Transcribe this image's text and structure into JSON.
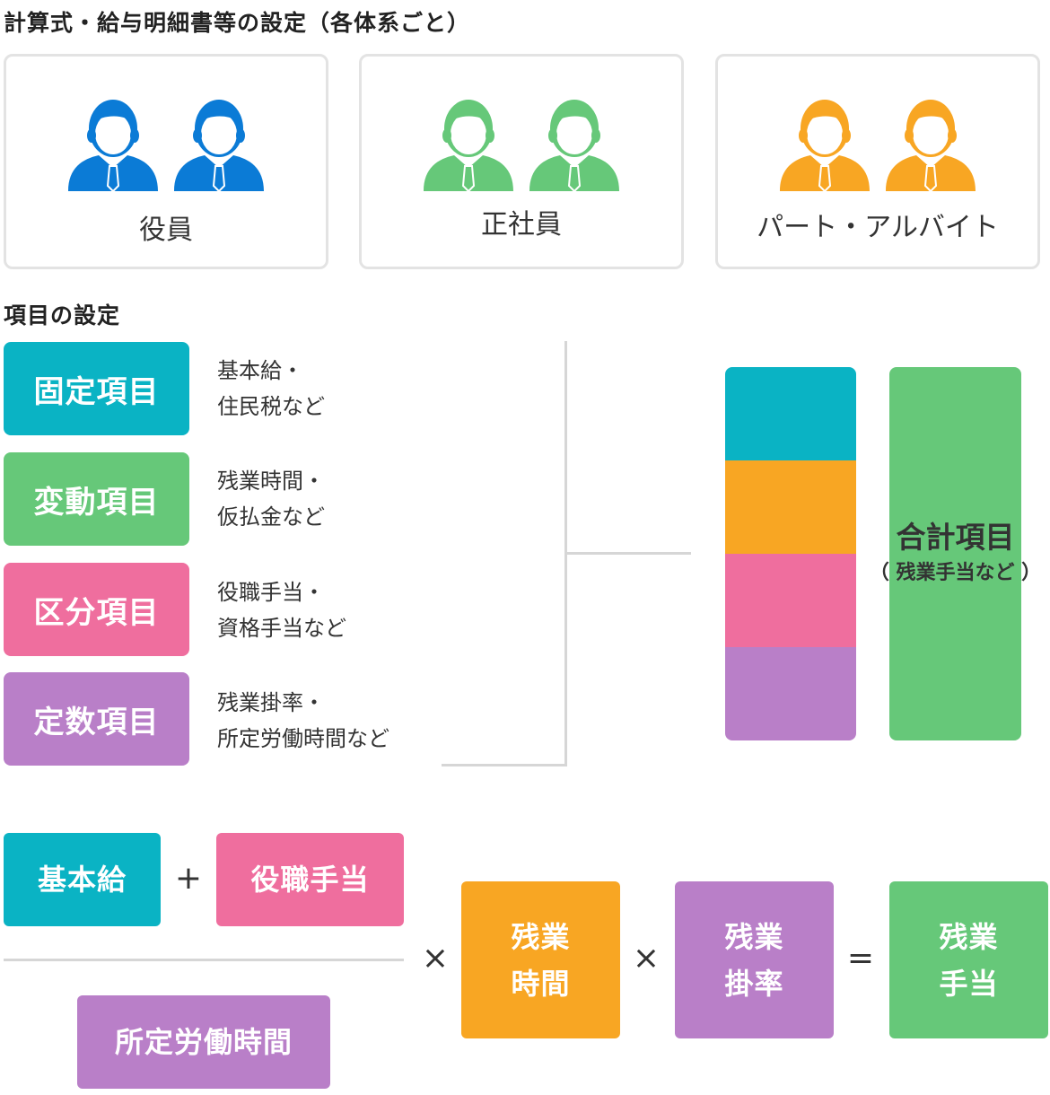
{
  "headings": {
    "systems": "計算式・給与明細書等の設定（各体系ごと）",
    "items": "項目の設定"
  },
  "employee_types": [
    {
      "label": "役員",
      "color": "#0b7bd6",
      "icon": "business-person-icon"
    },
    {
      "label": "正社員",
      "color": "#66c879",
      "icon": "business-person-icon"
    },
    {
      "label": "パート・アルバイト",
      "color": "#f8a623",
      "icon": "business-person-icon"
    }
  ],
  "item_categories": [
    {
      "label": "固定項目",
      "color": "#0ab3c4",
      "desc_line1": "基本給・",
      "desc_line2": "住民税など"
    },
    {
      "label": "変動項目",
      "color": "#66c879",
      "desc_line1": "残業時間・",
      "desc_line2": "仮払金など"
    },
    {
      "label": "区分項目",
      "color": "#ef6e9e",
      "desc_line1": "役職手当・",
      "desc_line2": "資格手当など"
    },
    {
      "label": "定数項目",
      "color": "#b97fc8",
      "desc_line1": "残業掛率・",
      "desc_line2": "所定労働時間など"
    }
  ],
  "total_item": {
    "label": "合計項目",
    "sub": "（ 残業手当など ）",
    "color": "#66c879"
  },
  "formula": {
    "base_pay": "基本給",
    "plus": "+",
    "position_allowance": "役職手当",
    "divisor": "所定労働時間",
    "times1": "×",
    "overtime_hours_line1": "残業",
    "overtime_hours_line2": "時間",
    "times2": "×",
    "overtime_rate_line1": "残業",
    "overtime_rate_line2": "掛率",
    "equals": "=",
    "overtime_pay_line1": "残業",
    "overtime_pay_line2": "手当"
  },
  "colors": {
    "teal": "#0ab3c4",
    "green": "#66c879",
    "pink": "#ef6e9e",
    "purple": "#b97fc8",
    "orange": "#f8a623",
    "blue": "#0b7bd6"
  }
}
